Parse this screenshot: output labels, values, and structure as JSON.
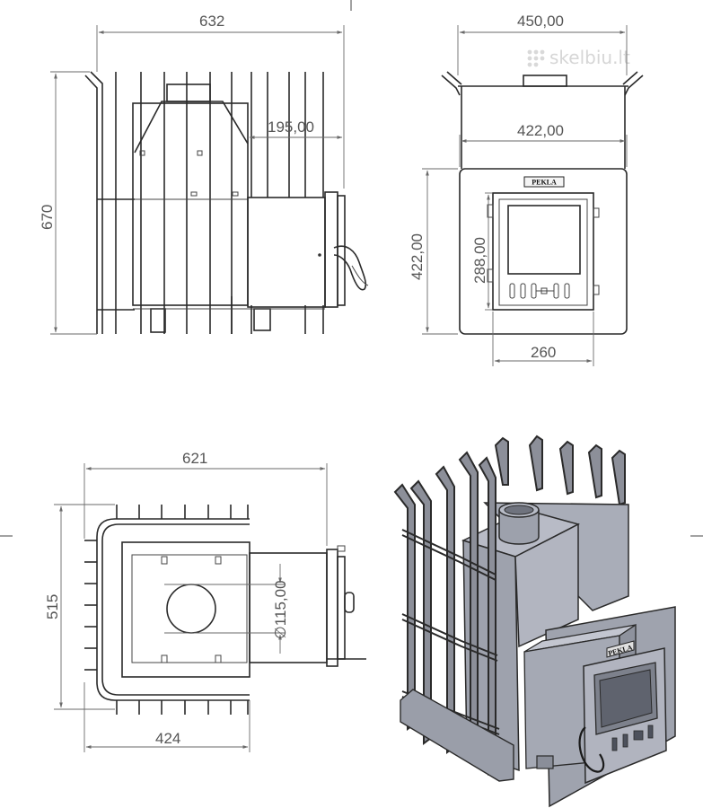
{
  "watermark": "skelbiu.lt",
  "logo_text": "PEKLA",
  "dimensions": {
    "side_width": "632",
    "side_height": "670",
    "door_offset": "195,00",
    "front_width": "450,00",
    "front_plate_width": "422,00",
    "front_plate_height": "422,00",
    "door_height": "288,00",
    "door_width": "260",
    "top_width": "621",
    "top_depth": "515",
    "top_base": "424",
    "pipe_diameter": "∅115,00"
  }
}
